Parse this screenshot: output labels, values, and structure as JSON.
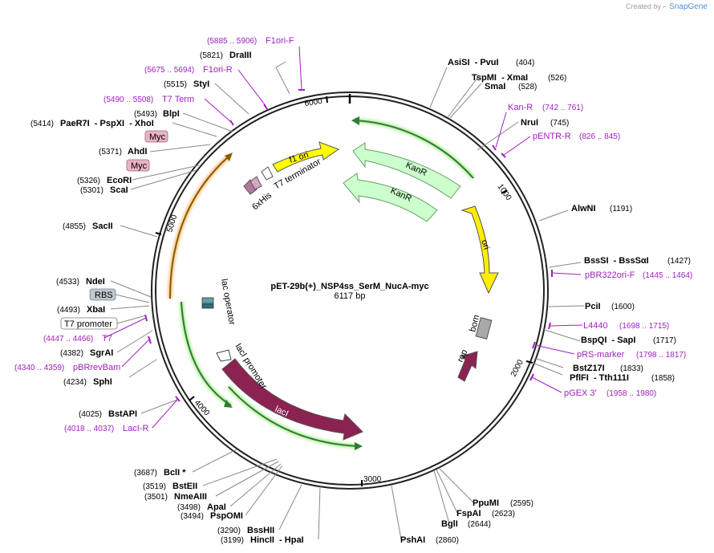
{
  "brand": {
    "created_by": "Created by",
    "app": "SnapGene"
  },
  "plasmid": {
    "name": "pET-29b(+)_NSP4ss_SerM_NucA-myc",
    "length_label": "6117 bp"
  },
  "ruler": [
    "1000",
    "2000",
    "3000",
    "4000",
    "5000",
    "6000"
  ],
  "sites": [
    {
      "pos": "(5821)",
      "name": "DraIII"
    },
    {
      "pos": "(5515)",
      "name": "StyI"
    },
    {
      "pos": "(5493)",
      "name": "BlpI"
    },
    {
      "pos": "(5414)",
      "name": "PaeR7I  - PspXI  - XhoI"
    },
    {
      "pos": "(5371)",
      "name": "AhdI"
    },
    {
      "pos": "(5326)",
      "name": "EcoRI"
    },
    {
      "pos": "(5301)",
      "name": "ScaI"
    },
    {
      "pos": "(4855)",
      "name": "SacII"
    },
    {
      "pos": "(4533)",
      "name": "NdeI"
    },
    {
      "pos": "(4493)",
      "name": "XbaI"
    },
    {
      "pos": "(4382)",
      "name": "SgrAI"
    },
    {
      "pos": "(4234)",
      "name": "SphI"
    },
    {
      "pos": "(4025)",
      "name": "BstAPI"
    },
    {
      "pos": "(3687)",
      "name": "BclI *"
    },
    {
      "pos": "(3519)",
      "name": "BstEII"
    },
    {
      "pos": "(3501)",
      "name": "NmeAIII"
    },
    {
      "pos": "(3498)",
      "name": "ApaI"
    },
    {
      "pos": "(3494)",
      "name": "PspOMI"
    },
    {
      "pos": "(3290)",
      "name": "BssHII"
    },
    {
      "pos": "(3199)",
      "name": "HincII  - HpaI"
    },
    {
      "pos": "(2860)",
      "name": "PshAI"
    },
    {
      "pos": "(2644)",
      "name": "BglI"
    },
    {
      "pos": "(2623)",
      "name": "FspAI"
    },
    {
      "pos": "(2595)",
      "name": "PpuMI"
    },
    {
      "pos": "(1858)",
      "name": "PflFI  - Tth111I"
    },
    {
      "pos": "(1833)",
      "name": "BstZ17I"
    },
    {
      "pos": "(1717)",
      "name": "BspQI  - SapI"
    },
    {
      "pos": "(1600)",
      "name": "PciI"
    },
    {
      "pos": "(1427)",
      "name": "BssSI  - BssSαI"
    },
    {
      "pos": "(1191)",
      "name": "AlwNI"
    },
    {
      "pos": "(745)",
      "name": "NruI"
    },
    {
      "pos": "(528)",
      "name": "SmaI"
    },
    {
      "pos": "(526)",
      "name": "TspMI  - XmaI"
    },
    {
      "pos": "(404)",
      "name": "AsiSI  - PvuI"
    }
  ],
  "primers": [
    {
      "range": "(5885 .. 5906)",
      "name": "F1ori-F"
    },
    {
      "range": "(5675 .. 5694)",
      "name": "F1ori-R"
    },
    {
      "range": "(5490 .. 5508)",
      "name": "T7 Term"
    },
    {
      "range": "(4447 .. 4466)",
      "name": "T7"
    },
    {
      "range": "(4340 .. 4359)",
      "name": "pBRrevBam"
    },
    {
      "range": "(4018 .. 4037)",
      "name": "LacI-R"
    },
    {
      "range": "(742 .. 761)",
      "name": "Kan-R"
    },
    {
      "range": "(826 .. 845)",
      "name": "pENTR-R"
    },
    {
      "range": "(1445 .. 1464)",
      "name": "pBR322ori-F"
    },
    {
      "range": "(1698 .. 1715)",
      "name": "L4440"
    },
    {
      "range": "(1798 .. 1817)",
      "name": "pRS-marker"
    },
    {
      "range": "(1958 .. 1980)",
      "name": "pGEX 3'"
    }
  ],
  "boxes": {
    "myc1": "Myc",
    "myc2": "Myc",
    "rbs": "RBS",
    "t7_promoter": "T7 promoter"
  },
  "features": {
    "f1_ori": "f1 ori",
    "t7_terminator": "T7 terminator",
    "six_his": "6xHis",
    "kanr_outer": "KanR",
    "kanr_inner": "KanR",
    "ori": "ori",
    "bom": "bom",
    "rop": "rop",
    "laci": "lacI",
    "laci_promoter": "lacI promoter",
    "lac_operator": "lac operator"
  },
  "colors": {
    "backbone": "#222222",
    "primer": "#a020c0",
    "kanr": "#ccffcc",
    "f1": "#ffff00",
    "ori": "#ffee00",
    "laci": "#8b2252",
    "bom": "#a8a8a8",
    "myc_box": "#e8b4c4",
    "rbs_box": "#c0c8cc"
  }
}
